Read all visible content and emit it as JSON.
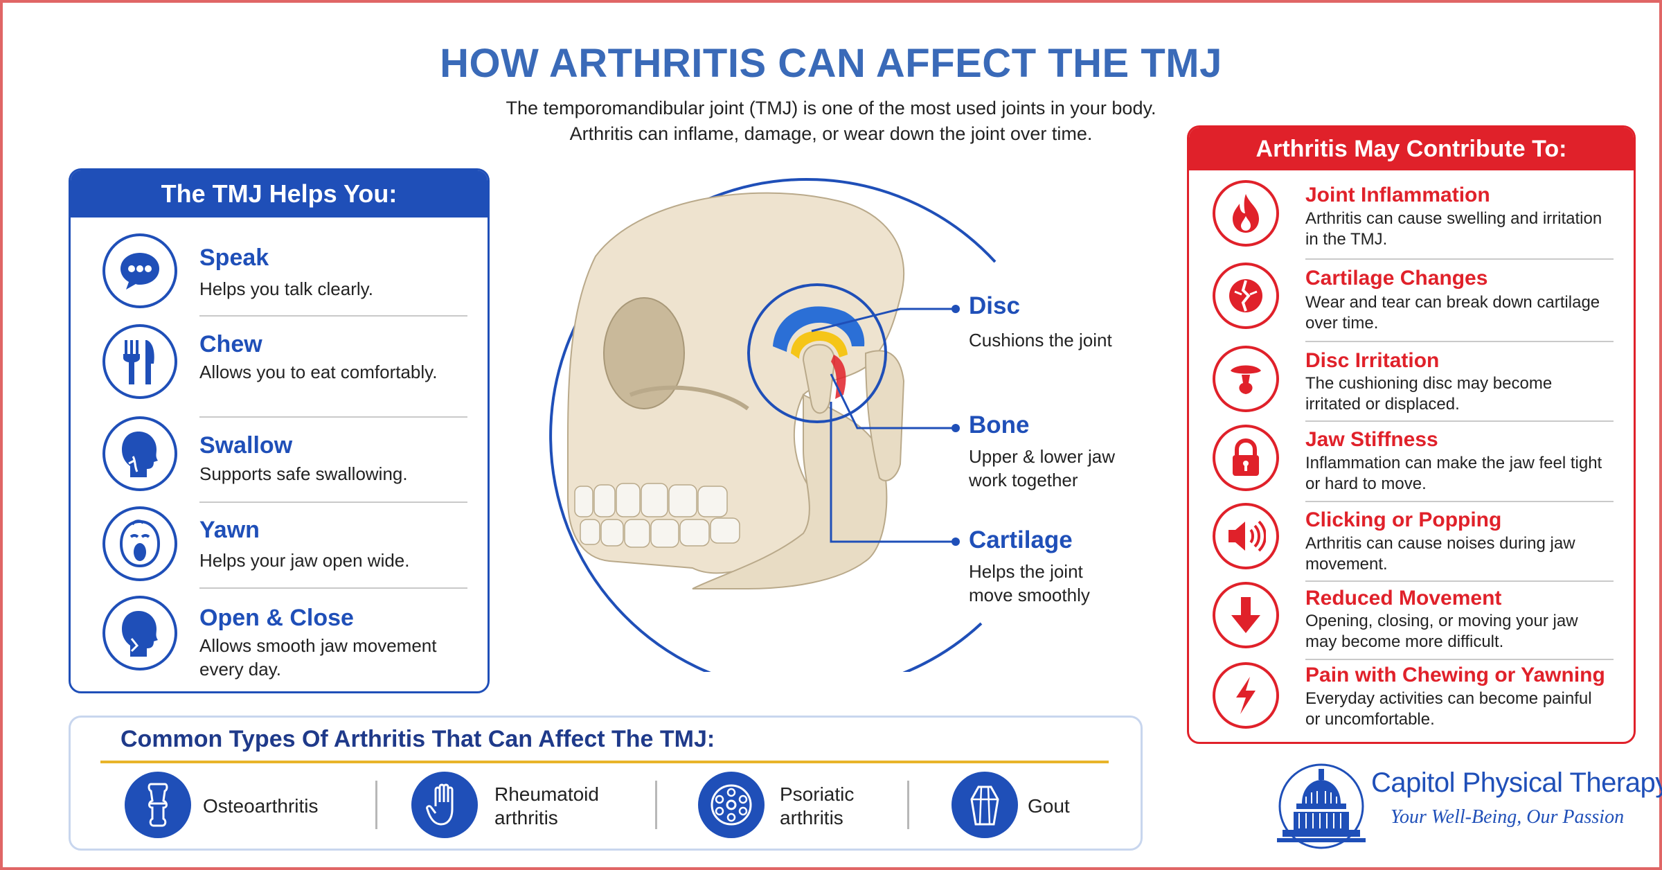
{
  "header": {
    "title": "HOW ARTHRITIS CAN AFFECT THE TMJ",
    "subtitle_line1": "The temporomandibular joint (TMJ) is one of the most used joints in your body.",
    "subtitle_line2": "Arthritis can inflame, damage, or wear down the joint over time."
  },
  "helps": {
    "heading": "The TMJ Helps You:",
    "items": [
      {
        "title": "Speak",
        "desc": "Helps you talk clearly.",
        "icon": "speech-bubble-icon"
      },
      {
        "title": "Chew",
        "desc": "Allows you to eat comfortably.",
        "icon": "fork-knife-icon"
      },
      {
        "title": "Swallow",
        "desc": "Supports safe swallowing.",
        "icon": "head-throat-icon"
      },
      {
        "title": "Yawn",
        "desc": "Helps your jaw open wide.",
        "icon": "yawning-face-icon"
      },
      {
        "title": "Open & Close",
        "desc": "Allows smooth jaw movement every day.",
        "icon": "head-jaw-icon"
      }
    ]
  },
  "anatomy": {
    "labels": [
      {
        "title": "Disc",
        "desc": "Cushions the joint"
      },
      {
        "title": "Bone",
        "desc": "Upper & lower jaw work together"
      },
      {
        "title": "Cartilage",
        "desc": "Helps the joint move smoothly"
      }
    ]
  },
  "contributes": {
    "heading": "Arthritis May Contribute To:",
    "items": [
      {
        "title": "Joint Inflammation",
        "desc": "Arthritis can cause swelling and irritation in the TMJ.",
        "icon": "flame-icon"
      },
      {
        "title": "Cartilage Changes",
        "desc": "Wear and tear can break down cartilage over time.",
        "icon": "cracked-joint-icon"
      },
      {
        "title": "Disc Irritation",
        "desc": "The cushioning disc may become irritated or displaced.",
        "icon": "disc-joint-icon"
      },
      {
        "title": "Jaw Stiffness",
        "desc": "Inflammation can make the jaw feel tight or hard to move.",
        "icon": "lock-icon"
      },
      {
        "title": "Clicking or Popping",
        "desc": "Arthritis can cause noises during jaw movement.",
        "icon": "speaker-icon"
      },
      {
        "title": "Reduced Movement",
        "desc": "Opening, closing, or moving your jaw may become more difficult.",
        "icon": "down-arrow-icon"
      },
      {
        "title": "Pain with Chewing or Yawning",
        "desc": "Everyday activities can become painful or uncomfortable.",
        "icon": "lightning-icon"
      }
    ]
  },
  "types": {
    "heading": "Common Types Of Arthritis That Can Affect The TMJ:",
    "items": [
      {
        "line1": "Osteoarthritis",
        "line2": "",
        "icon": "bone-joint-icon"
      },
      {
        "line1": "Rheumatoid",
        "line2": "arthritis",
        "icon": "hand-icon"
      },
      {
        "line1": "Psoriatic",
        "line2": "arthritis",
        "icon": "cells-icon"
      },
      {
        "line1": "Gout",
        "line2": "",
        "icon": "crystal-icon"
      }
    ]
  },
  "logo": {
    "name": "Capitol Physical Therapy",
    "tagline": "Your Well-Being, Our Passion"
  },
  "colors": {
    "title_blue": "#3a6ab8",
    "panel_blue": "#1f4fb8",
    "panel_red": "#e0212a",
    "divider_gold": "#e8b42a"
  }
}
